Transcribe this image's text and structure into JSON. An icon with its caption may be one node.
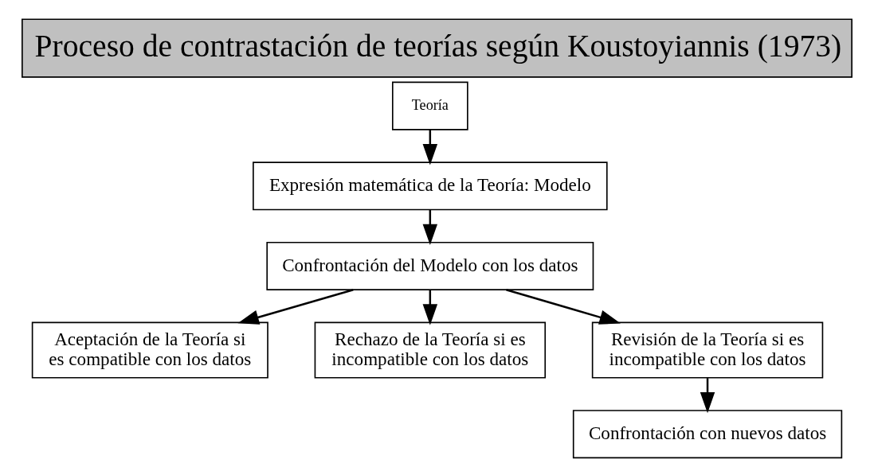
{
  "diagram": {
    "title": "Proceso de contrastación de teorías según Koustoyiannis (1973)",
    "nodes": [
      {
        "text": [
          "Teoría"
        ]
      },
      {
        "text": [
          "Expresión matemática de la Teoría: Modelo"
        ]
      },
      {
        "text": [
          "Confrontación del Modelo con los datos"
        ]
      },
      {
        "text": [
          "Aceptación de la Teoría si es compatible con los datos"
        ]
      },
      {
        "text": [
          "Rechazo de la Teoría si es incompatible con los datos"
        ]
      },
      {
        "text": [
          "Revisión de la Teoría si es incompatible con los datos"
        ]
      },
      {
        "text": [
          "Confrontación con nuevos datos"
        ]
      }
    ],
    "edges": [
      {
        "from": 0,
        "to": 1,
        "arrow": "to"
      },
      {
        "from": 1,
        "to": 2,
        "arrow": "to"
      },
      {
        "from": 2,
        "to": 3,
        "arrow": "to"
      },
      {
        "from": 2,
        "to": 4,
        "arrow": "to"
      },
      {
        "from": 2,
        "to": 5,
        "arrow": "to"
      },
      {
        "from": 5,
        "to": 6,
        "arrow": "to"
      }
    ]
  }
}
